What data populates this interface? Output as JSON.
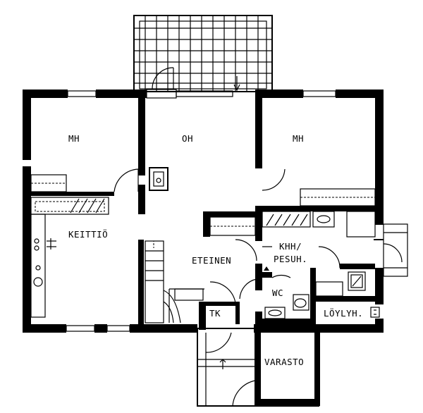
{
  "rooms": {
    "mh_left": "MH",
    "oh": "OH",
    "mh_right": "MH",
    "keittio": "KEITTIÖ",
    "eteinen": "ETEINEN",
    "khh_line1": "KHH/",
    "khh_line2": "PESUH.",
    "wc": "WC",
    "tk": "TK",
    "loylyh": "LÖYLYH.",
    "varasto": "VARASTO"
  }
}
